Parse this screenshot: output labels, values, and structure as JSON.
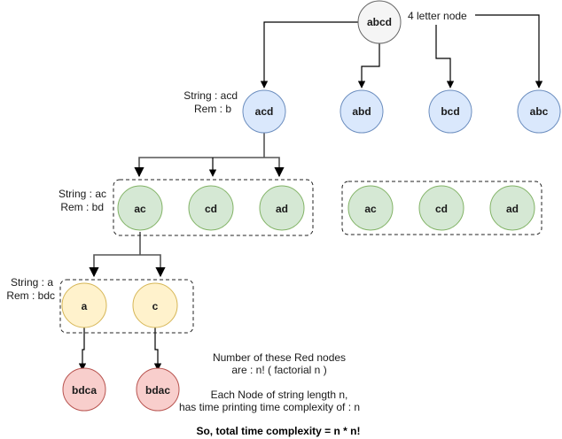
{
  "colors": {
    "root_fill": "#f5f5f5",
    "root_stroke": "#666666",
    "blue_fill": "#dae8fc",
    "blue_stroke": "#6c8ebf",
    "green_fill": "#d5e8d4",
    "green_stroke": "#82b366",
    "yellow_fill": "#fff2cc",
    "yellow_stroke": "#d6b656",
    "red_fill": "#f8cecc",
    "red_stroke": "#b85450"
  },
  "nodes": {
    "root": "abcd",
    "level1": [
      "acd",
      "abd",
      "bcd",
      "abc"
    ],
    "level2_group_a": [
      "ac",
      "cd",
      "ad"
    ],
    "level2_group_b": [
      "ac",
      "cd",
      "ad"
    ],
    "level3": [
      "a",
      "c"
    ],
    "leaves": [
      "bdca",
      "bdac"
    ]
  },
  "annotations": {
    "root_note": "4 letter node",
    "acd_string": "String : acd",
    "acd_rem": "Rem : b",
    "ac_string": "String : ac",
    "ac_rem": "Rem : bd",
    "a_string": "String : a",
    "a_rem": "Rem : bdc",
    "red_count_line1": "Number of these Red nodes",
    "red_count_line2": "are : n! ( factorial n )",
    "node_cost_line1": "Each Node of string length n,",
    "node_cost_line2": "has time printing time complexity of : n",
    "total": "So, total time complexity = n * n!"
  }
}
